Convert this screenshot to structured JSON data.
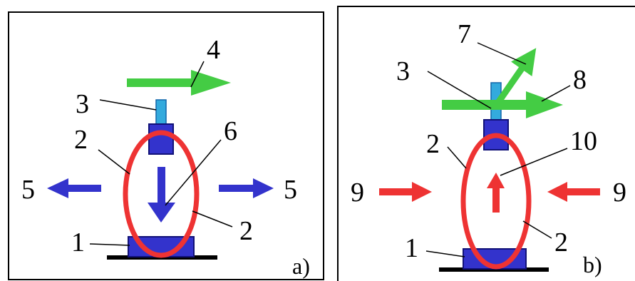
{
  "colors": {
    "frame": "#000000",
    "body": "#3333cc",
    "body_dark": "#111177",
    "rod": "#33aadd",
    "loop": "#ee3333",
    "green_arrow": "#44cc44",
    "blue_arrow": "#3333cc",
    "red_arrow": "#ee3333"
  },
  "panel_a": {
    "tag": "a)",
    "labels": {
      "l1": "1",
      "l2_left": "2",
      "l2_right": "2",
      "l3": "3",
      "l4": "4",
      "l5_left": "5",
      "l5_right": "5",
      "l6": "6"
    }
  },
  "panel_b": {
    "tag": "b)",
    "labels": {
      "l1": "1",
      "l2_left": "2",
      "l2_right": "2",
      "l3": "3",
      "l7": "7",
      "l8": "8",
      "l9_left": "9",
      "l9_right": "9",
      "l10": "10"
    }
  }
}
